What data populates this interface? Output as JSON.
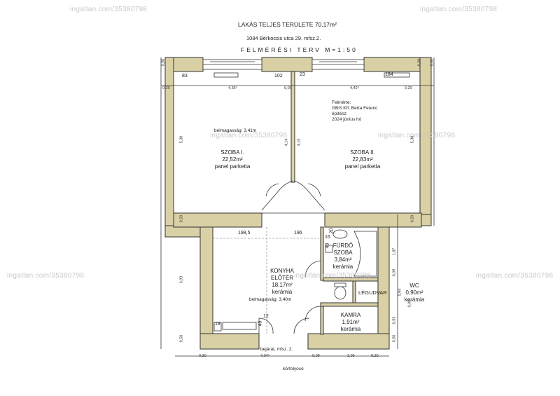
{
  "header": {
    "title": "LAKÁS TELJES TERÜLETE 70,17m²",
    "address": "1084 Bérkocsis utca 29. mfsz.2.",
    "plan_title": "FELMÉRÉSI TERV M=1:50"
  },
  "survey_note": [
    "Felmérte:",
    "GBG Kft. Berta Ferenc",
    "építész",
    "2024 június hó"
  ],
  "rooms": {
    "szoba1": {
      "name": "SZOBA I.",
      "area": "22,52m²",
      "floor": "panel parketta"
    },
    "szoba2": {
      "name": "SZOBA II.",
      "area": "22,83m²",
      "floor": "panel parketta"
    },
    "konyha": {
      "name1": "KONYHA",
      "name2": "ELŐTÉR",
      "area": "18,17m²",
      "floor": "kerámia"
    },
    "furdo": {
      "name1": "FÜRDŐ",
      "name2": "SZOBA",
      "area": "3,84m²",
      "floor": "kerámia"
    },
    "wc": {
      "name": "WC",
      "area": "0,90m²",
      "floor": "kerámia"
    },
    "kamra": {
      "name": "KAMRA",
      "area": "1,91m²",
      "floor": "kerámia"
    },
    "legudvar": {
      "name": "LÉGUDVAR"
    }
  },
  "heights": {
    "upper": "belmagasság: 3,41m",
    "lower": "belmagasság: 3,40m"
  },
  "entrance": "bejárat, mfsz. 2.",
  "corridor": "körfolyosó",
  "watermark": "ingatlan.com/35380798",
  "numbers": {
    "n83": "83",
    "n102": "102",
    "n23": "23",
    "n184": "184",
    "n198": "198,5",
    "n196": "196",
    "n16": "16",
    "n20": "20",
    "n43": "43",
    "n12": "12",
    "n18": "18",
    "n45": "45"
  },
  "dims": {
    "d050a": "0,50",
    "d020a": "0,20",
    "d436": "4,36⁵",
    "d009a": "0,09",
    "d442": "4,42⁵",
    "d020b": "0,20",
    "d530": "5,30",
    "d414": "4,14",
    "d415": "4,15",
    "d530b": "5,30",
    "d059a": "0,59",
    "d059b": "0,59",
    "d393": "3,93",
    "d187": "1,87",
    "d009b": "0,09",
    "d094": "0,94",
    "d009c": "0,09",
    "d093": "0,93",
    "d050b": "0,50",
    "d050c": "0,50",
    "d050d": "0,50",
    "d050e": "0,50",
    "b020": "0,20",
    "b404": "4,04⁵",
    "b009": "0,09",
    "b205": "2,05",
    "b020b": "0,20"
  }
}
